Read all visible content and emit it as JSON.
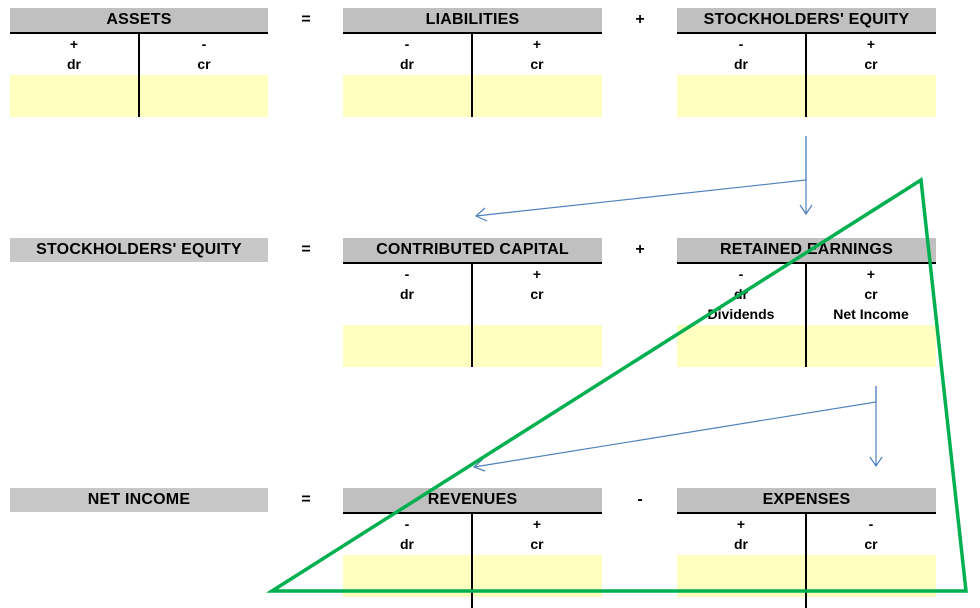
{
  "row1": {
    "left": {
      "title": "ASSETS",
      "sign_dr": "+",
      "sign_cr": "-",
      "dr": "dr",
      "cr": "cr"
    },
    "op1": "=",
    "mid": {
      "title": "LIABILITIES",
      "sign_dr": "-",
      "sign_cr": "+",
      "dr": "dr",
      "cr": "cr"
    },
    "op2": "+",
    "right": {
      "title": "STOCKHOLDERS' EQUITY",
      "sign_dr": "-",
      "sign_cr": "+",
      "dr": "dr",
      "cr": "cr"
    }
  },
  "row2": {
    "left": {
      "title": "STOCKHOLDERS' EQUITY"
    },
    "op1": "=",
    "mid": {
      "title": "CONTRIBUTED CAPITAL",
      "sign_dr": "-",
      "sign_cr": "+",
      "dr": "dr",
      "cr": "cr"
    },
    "op2": "+",
    "right": {
      "title": "RETAINED EARNINGS",
      "sign_dr": "-",
      "sign_cr": "+",
      "dr": "dr",
      "cr": "cr",
      "sub_dr": "Dividends",
      "sub_cr": "Net Income"
    }
  },
  "row3": {
    "left": {
      "title": "NET INCOME"
    },
    "op1": "=",
    "mid": {
      "title": "REVENUES",
      "sign_dr": "-",
      "sign_cr": "+",
      "dr": "dr",
      "cr": "cr"
    },
    "op2": "-",
    "right": {
      "title": "EXPENSES",
      "sign_dr": "+",
      "sign_cr": "-",
      "dr": "dr",
      "cr": "cr"
    }
  },
  "colors": {
    "header_bg": "#c0c0c0",
    "cell_fill": "#ffffc0",
    "arrow": "#4f81bd",
    "triangle": "#00b050"
  }
}
